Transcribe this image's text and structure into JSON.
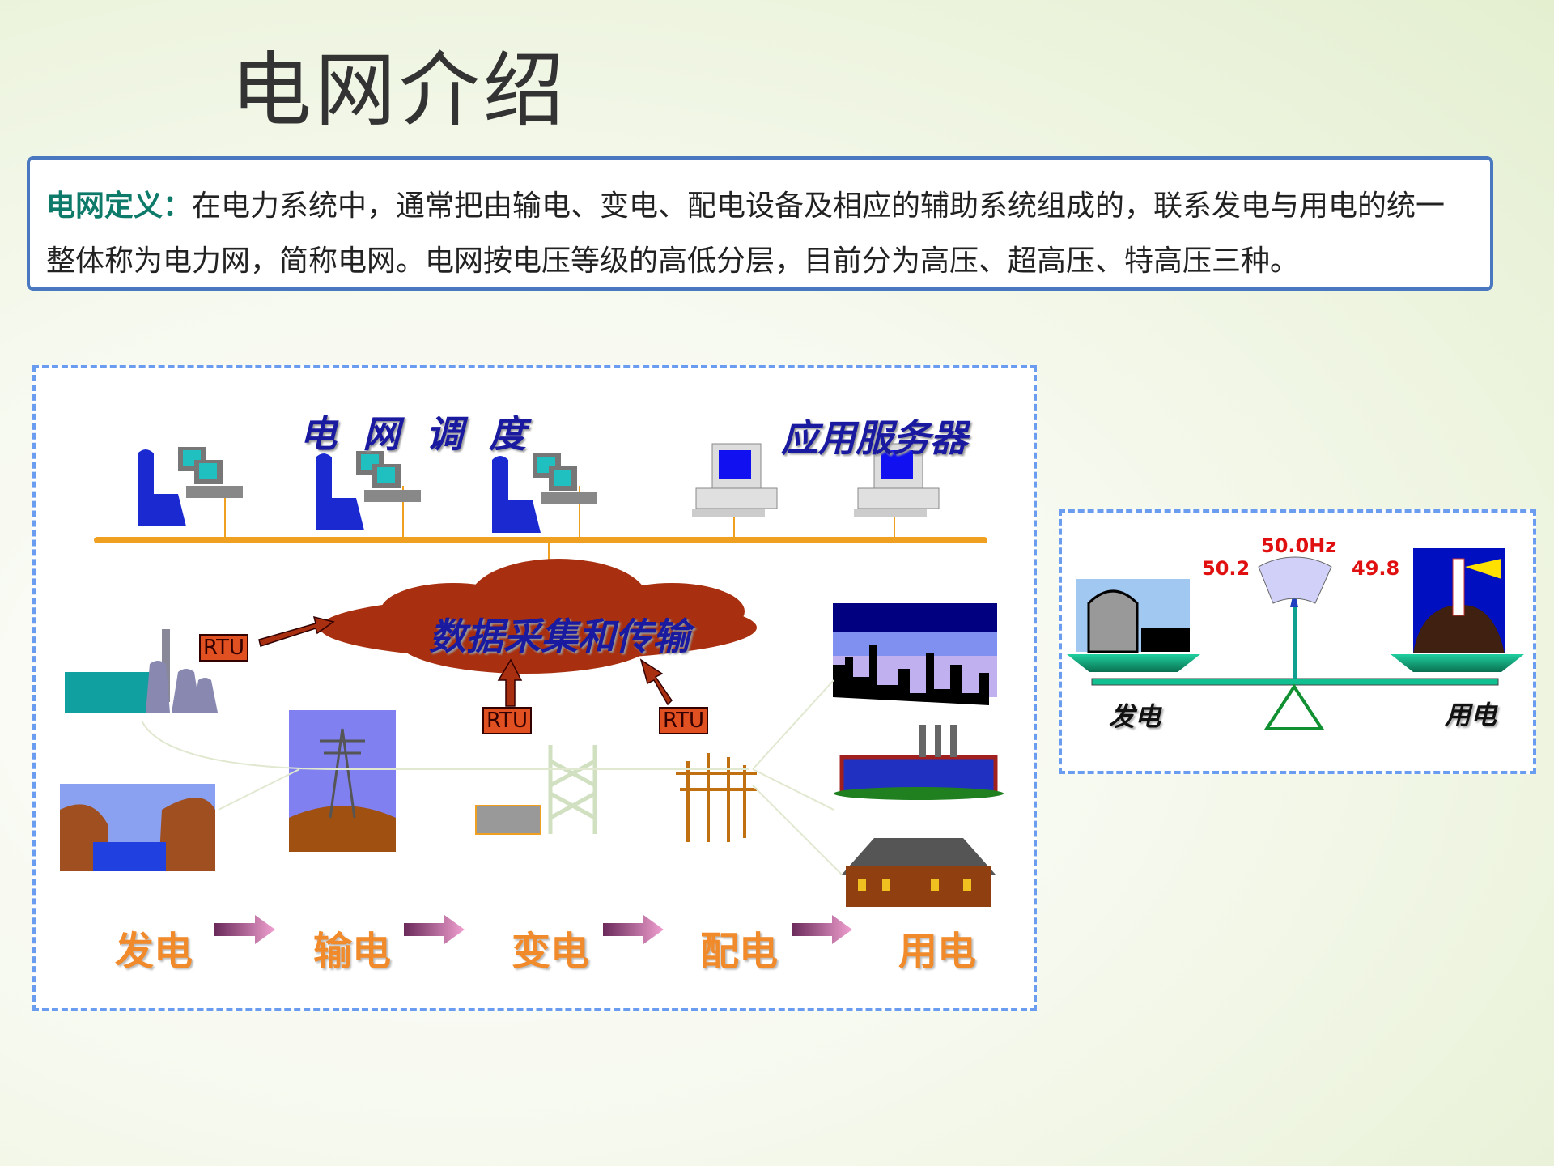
{
  "slide": {
    "title": "电网介绍",
    "definition": {
      "term": "电网定义：",
      "text": "在电力系统中，通常把由输电、变电、配电设备及相应的辅助系统组成的，联系发电与用电的统一整体称为电力网，简称电网。电网按电压等级的高低分层，目前分为高压、超高压、特高压三种。"
    }
  },
  "diagram": {
    "dispatch_label": "电 网 调 度",
    "server_label": "应用服务器",
    "cloud_label": "数据采集和传输",
    "rtu_label": "RTU",
    "stages": [
      "发电",
      "输电",
      "变电",
      "配电",
      "用电"
    ],
    "colors": {
      "bus": "#f0a020",
      "cloud": "#a83010",
      "stage_text": "#f08a2a",
      "label_text": "#1a1aa0"
    }
  },
  "balance": {
    "center_value": "50.0Hz",
    "left_value": "50.2",
    "right_value": "49.8",
    "left_label": "发电",
    "right_label": "用电",
    "colors": {
      "value_text": "#e01010",
      "beam": "#10c090"
    }
  }
}
